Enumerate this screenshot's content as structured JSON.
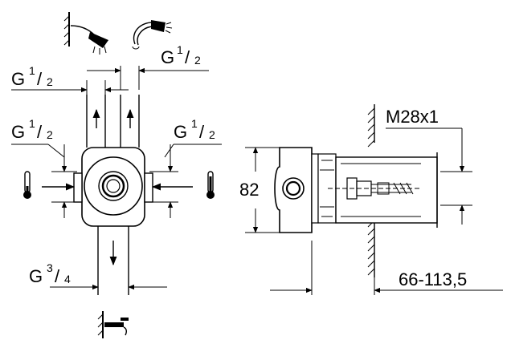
{
  "left_view": {
    "top_outlet_label": {
      "main": "G",
      "num": "1",
      "den": "2"
    },
    "top_left_inlet_label": {
      "main": "G",
      "num": "1",
      "den": "2"
    },
    "left_inlet_label": {
      "main": "G",
      "num": "1",
      "den": "2"
    },
    "right_inlet_label": {
      "main": "G",
      "num": "1",
      "den": "2"
    },
    "bottom_outlet_label": {
      "main": "G",
      "num": "3",
      "den": "4"
    },
    "icons": {
      "top_left": "wall-shower-head-icon",
      "top_right": "hand-shower-icon",
      "left": "thermometer-cold-icon",
      "right": "thermometer-hot-icon",
      "bottom": "bath-spout-icon"
    }
  },
  "right_view": {
    "thread_label": "M28x1",
    "height_label": "82",
    "depth_label": "66-113,5"
  }
}
